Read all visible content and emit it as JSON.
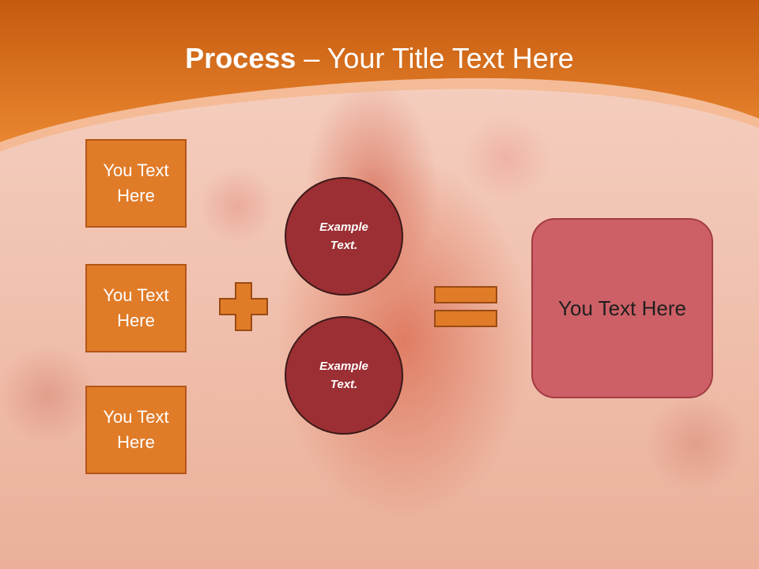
{
  "slide": {
    "title_bold": "Process",
    "title_rest": " – Your Title Text Here",
    "left_boxes": [
      {
        "line1": "You Text",
        "line2": "Here"
      },
      {
        "line1": "You Text",
        "line2": "Here"
      },
      {
        "line1": "You Text",
        "line2": "Here"
      }
    ],
    "circles": [
      {
        "line1": "Example",
        "line2": "Text."
      },
      {
        "line1": "Example",
        "line2": "Text."
      }
    ],
    "result_text": "You Text Here"
  },
  "colors": {
    "header_orange": "#e07b28",
    "box_fill": "#e07b28",
    "circle_fill": "#9c2f33",
    "result_fill": "#cd6066"
  },
  "icons": [
    "plus-icon",
    "equals-icon"
  ]
}
